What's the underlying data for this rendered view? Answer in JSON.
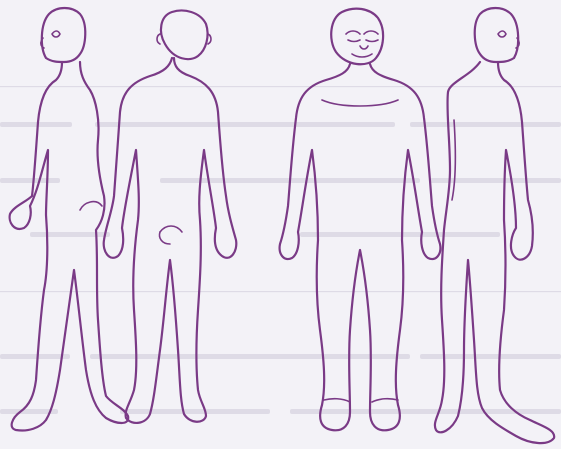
{
  "illustration": {
    "views": [
      "left-side",
      "back",
      "front",
      "right-side"
    ]
  },
  "colors": {
    "paper": "#f3f2f7",
    "outline": "#7a3a86",
    "bleed_text": "#dedbe6"
  }
}
